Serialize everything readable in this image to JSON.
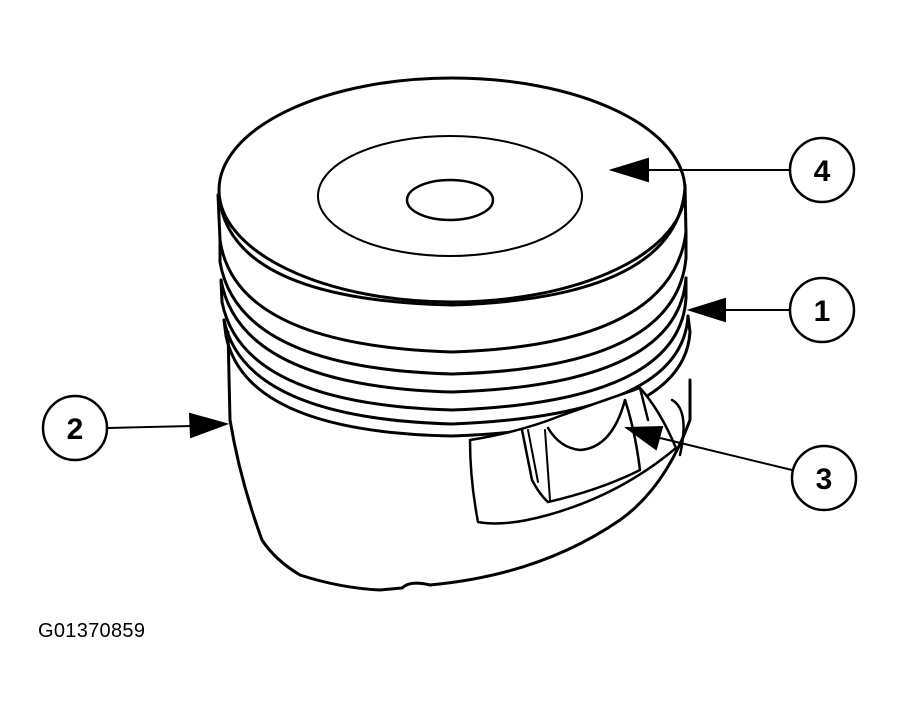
{
  "callouts": [
    {
      "id": "callout-4",
      "label": "4",
      "part": "piston-crown"
    },
    {
      "id": "callout-1",
      "label": "1",
      "part": "piston-rings"
    },
    {
      "id": "callout-2",
      "label": "2",
      "part": "piston-skirt"
    },
    {
      "id": "callout-3",
      "label": "3",
      "part": "piston-pin-bore"
    }
  ],
  "figure_id": "G01370859",
  "colors": {
    "line": "#000000",
    "background": "#ffffff"
  }
}
